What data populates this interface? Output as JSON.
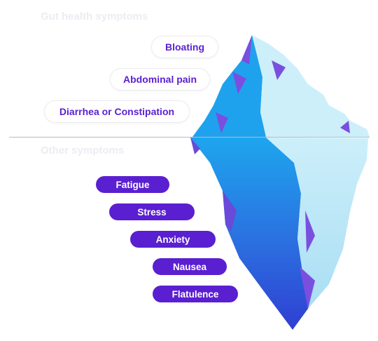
{
  "headings": {
    "top": "Gut health symptoms",
    "other": "Other symptoms"
  },
  "visible_symptoms": [
    "Bloating",
    "Abdominal pain",
    "Diarrhea or Constipation"
  ],
  "hidden_symptoms": [
    "Fatigue",
    "Stress",
    "Anxiety",
    "Nausea",
    "Flatulence"
  ],
  "colors": {
    "pill_text": "#5a1fd1",
    "pill_fill": "#5a1fd1",
    "ice_light": "#bfeaf7",
    "ice_blue": "#1e9be8",
    "ice_deep": "#2f46d6",
    "ice_purple": "#7a4fe0",
    "waterline": "#b9b9c4"
  }
}
